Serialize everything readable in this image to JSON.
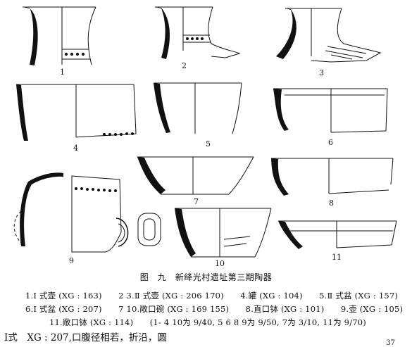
{
  "figure": {
    "title": "图　九　新绛光村遗址第三期陶器",
    "vessel_numbers": [
      "1",
      "2",
      "3",
      "4",
      "5",
      "6",
      "7",
      "8",
      "9",
      "10",
      "11"
    ],
    "caption_lines": [
      "1.Ⅰ 式壶 (XG : 163)　　2 3.Ⅱ 式壶 (XG : 206 170)　　4.罐 (XG : 104)　　5.Ⅱ 式盆 (XG : 157)",
      "6.Ⅰ 式盆 (XG : 207)　　7 10.敞口碗 (XG : 169 155)　　8.直口钵 (XG : 101)　　9.壶 (XG : 105)",
      "11.敞口钵 (XG : 114)　　(1- 4 10为 9/40, 5 6 8 9为 9/50, 7为 3/10, 11为 9/70)"
    ]
  },
  "body_text": "Ⅰ式　XG : 207,口腹径相若，折沿，圆",
  "page_number": "37"
}
